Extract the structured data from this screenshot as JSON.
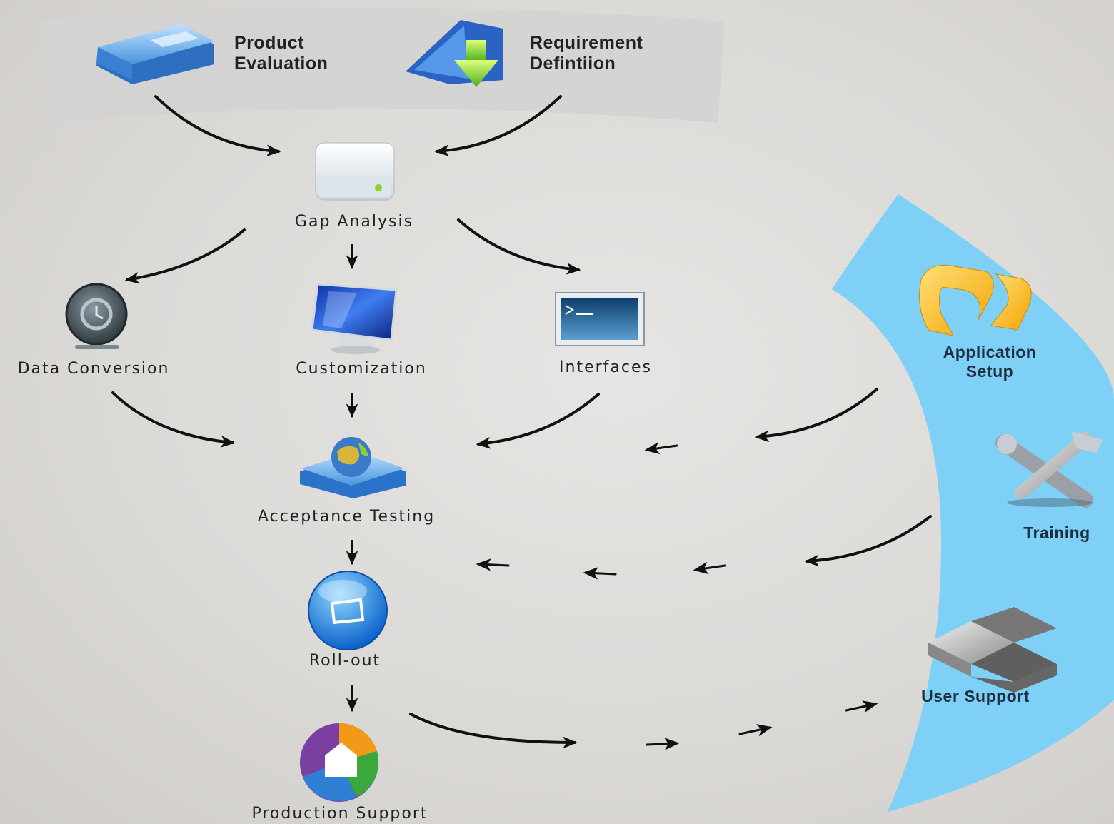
{
  "top": {
    "product_evaluation": [
      "Product",
      "Evaluation"
    ],
    "requirement_definition": [
      "Requirement",
      "Defintiion"
    ]
  },
  "nodes": {
    "gap_analysis": "Gap Analysis",
    "data_conversion": "Data Conversion",
    "customization": "Customization",
    "interfaces": "Interfaces",
    "acceptance_testing": "Acceptance Testing",
    "roll_out": "Roll-out",
    "production_support": "Production Support"
  },
  "side": {
    "application_setup": [
      "Application",
      "Setup"
    ],
    "training": "Training",
    "user_support": "User Support"
  },
  "colors": {
    "top_band": "#d2d2d2",
    "side_band": "#7ccff5",
    "arrow": "#111111"
  }
}
